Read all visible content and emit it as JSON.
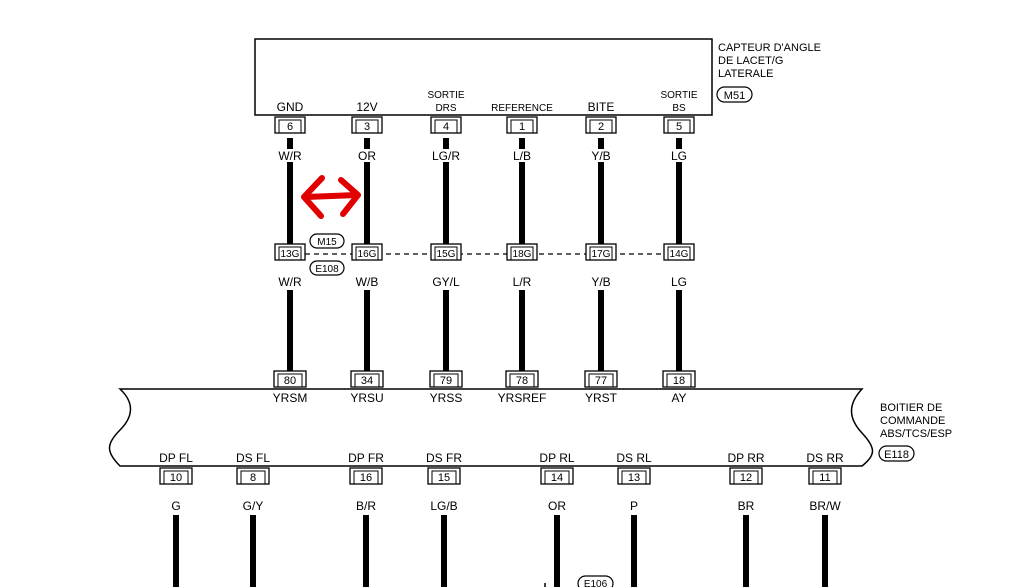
{
  "sensor": {
    "title_lines": [
      "CAPTEUR D'ANGLE",
      "DE LACET/G",
      "LATERALE"
    ],
    "connector": "M51",
    "pins": [
      {
        "label": [
          "GND"
        ],
        "pin": "6",
        "wire": "W/R"
      },
      {
        "label": [
          "12V"
        ],
        "pin": "3",
        "wire": "OR"
      },
      {
        "label": [
          "SORTIE",
          "DRS"
        ],
        "pin": "4",
        "wire": "LG/R"
      },
      {
        "label": [
          "REFERENCE"
        ],
        "pin": "1",
        "wire": "L/B"
      },
      {
        "label": [
          "BITE"
        ],
        "pin": "2",
        "wire": "Y/B"
      },
      {
        "label": [
          "SORTIE",
          "BS"
        ],
        "pin": "5",
        "wire": "LG"
      }
    ]
  },
  "junction": {
    "connectors": [
      "M15",
      "E108"
    ],
    "pins": [
      "13G",
      "16G",
      "15G",
      "18G",
      "17G",
      "14G"
    ],
    "wires_below": [
      "W/R",
      "W/B",
      "GY/L",
      "L/R",
      "Y/B",
      "LG"
    ]
  },
  "module": {
    "title_lines": [
      "BOITIER DE",
      "COMMANDE",
      "ABS/TCS/ESP"
    ],
    "connector": "E118",
    "top_pins": [
      {
        "pin": "80",
        "signal": "YRSM"
      },
      {
        "pin": "34",
        "signal": "YRSU"
      },
      {
        "pin": "79",
        "signal": "YRSS"
      },
      {
        "pin": "78",
        "signal": "YRSREF"
      },
      {
        "pin": "77",
        "signal": "YRST"
      },
      {
        "pin": "18",
        "signal": "AY"
      }
    ],
    "bottom_pins": [
      {
        "label": "DP FL",
        "pin": "10",
        "wire": "G"
      },
      {
        "label": "DS FL",
        "pin": "8",
        "wire": "G/Y"
      },
      {
        "label": "DP FR",
        "pin": "16",
        "wire": "B/R"
      },
      {
        "label": "DS FR",
        "pin": "15",
        "wire": "LG/B"
      },
      {
        "label": "DP RL",
        "pin": "14",
        "wire": "OR"
      },
      {
        "label": "DS RL",
        "pin": "13",
        "wire": "P"
      },
      {
        "label": "DP RR",
        "pin": "12",
        "wire": "BR"
      },
      {
        "label": "DS RR",
        "pin": "11",
        "wire": "BR/W"
      }
    ]
  },
  "bottom_connector": "E106",
  "colors": {
    "line": "#000000",
    "annotation": "#e00000",
    "background": "#ffffff"
  }
}
